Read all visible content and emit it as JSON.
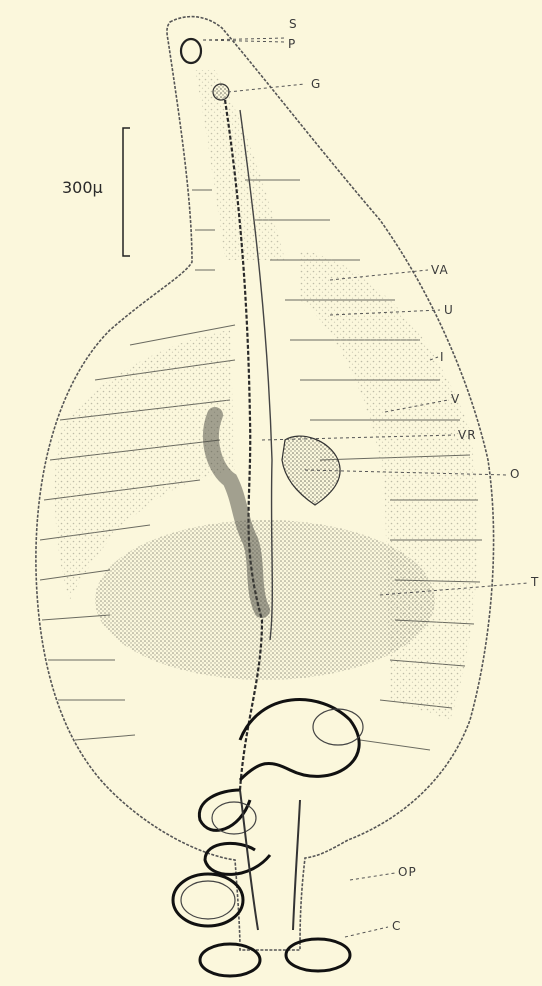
{
  "scale_bar": {
    "text": "300µ"
  },
  "labels": {
    "S": "S",
    "P": "P",
    "G": "G",
    "VA": "VA",
    "U": "U",
    "I": "I",
    "V": "V",
    "VR": "VR",
    "O": "O",
    "T": "T",
    "OP": "OP",
    "C": "C"
  },
  "colors": {
    "background": "#fbf7dc",
    "ink": "#3a3a3a",
    "stipple": "#9a9a8a"
  }
}
